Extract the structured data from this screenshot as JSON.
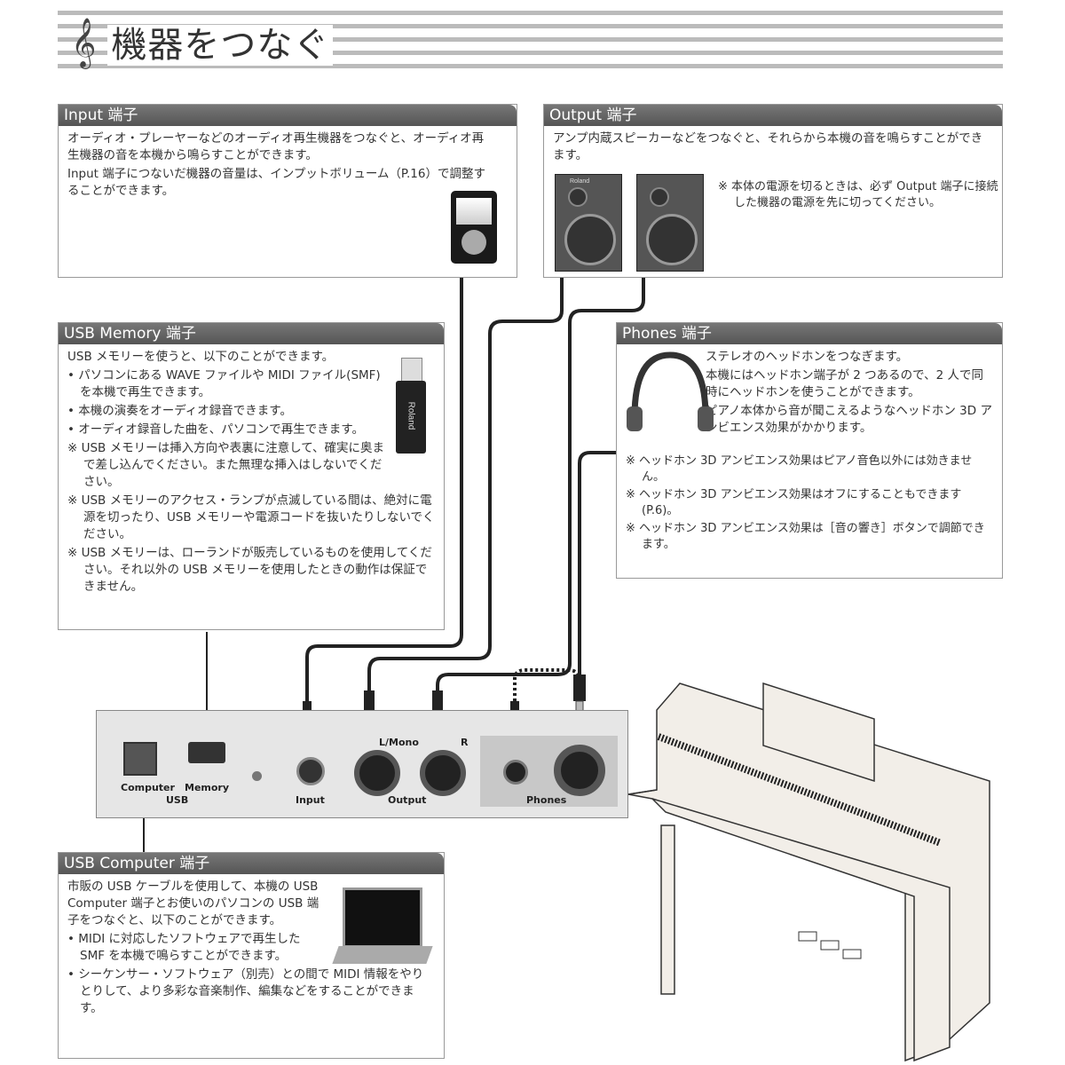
{
  "page_title": "機器をつなぐ",
  "title_icon": "treble-clef-icon",
  "input": {
    "header": "Input 端子",
    "paragraphs": [
      "オーディオ・プレーヤーなどのオーディオ再生機器をつなぐと、オーディオ再生機器の音を本機から鳴らすことができます。",
      "Input 端子につないだ機器の音量は、インプットボリューム（P.16）で調整することができます。"
    ]
  },
  "output": {
    "header": "Output 端子",
    "paragraph": "アンプ内蔵スピーカーなどをつなぐと、それらから本機の音を鳴らすことができます。",
    "note": "※ 本体の電源を切るときは、必ず Output 端子に接続した機器の電源を先に切ってください。",
    "speaker_brand": "Roland"
  },
  "usb_memory": {
    "header": "USB Memory 端子",
    "intro": "USB メモリーを使うと、以下のことができます。",
    "bullets": [
      "• パソコンにある WAVE ファイルや MIDI ファイル(SMF)を本機で再生できます。",
      "• 本機の演奏をオーディオ録音できます。",
      "• オーディオ録音した曲を、パソコンで再生できます。"
    ],
    "notes": [
      "※ USB メモリーは挿入方向や表裏に注意して、確実に奥まで差し込んでください。また無理な挿入はしないでください。",
      "※ USB メモリーのアクセス・ランプが点滅している間は、絶対に電源を切ったり、USB メモリーや電源コードを抜いたりしないでください。",
      "※ USB メモリーは、ローランドが販売しているものを使用してください。それ以外の USB メモリーを使用したときの動作は保証できません。"
    ],
    "stick_brand": "Roland"
  },
  "phones": {
    "header": "Phones 端子",
    "paragraphs": [
      "ステレオのヘッドホンをつなぎます。",
      "本機にはヘッドホン端子が 2 つあるので、2 人で同時にヘッドホンを使うことができます。",
      "ピアノ本体から音が聞こえるようなヘッドホン 3D アンビエンス効果がかかります。"
    ],
    "notes": [
      "※ ヘッドホン 3D アンビエンス効果はピアノ音色以外には効きません。",
      "※ ヘッドホン 3D アンビエンス効果はオフにすることもできます(P.6)。",
      "※ ヘッドホン 3D アンビエンス効果は［音の響き］ボタンで調節できます。"
    ]
  },
  "usb_computer": {
    "header": "USB Computer 端子",
    "intro": "市販の USB ケーブルを使用して、本機の USB Computer 端子とお使いのパソコンの USB 端子をつなぐと、以下のことができます。",
    "bullets": [
      "• MIDI に対応したソフトウェアで再生した SMF を本機で鳴らすことができます。",
      "• シーケンサー・ソフトウェア（別売）との間で MIDI 情報をやりとりして、より多彩な音楽制作、編集などをすることができます。"
    ]
  },
  "panel": {
    "computer": "Computer",
    "memory": "Memory",
    "usb": "USB",
    "input": "Input",
    "l_mono": "L/Mono",
    "r": "R",
    "output": "Output",
    "phones": "Phones"
  }
}
